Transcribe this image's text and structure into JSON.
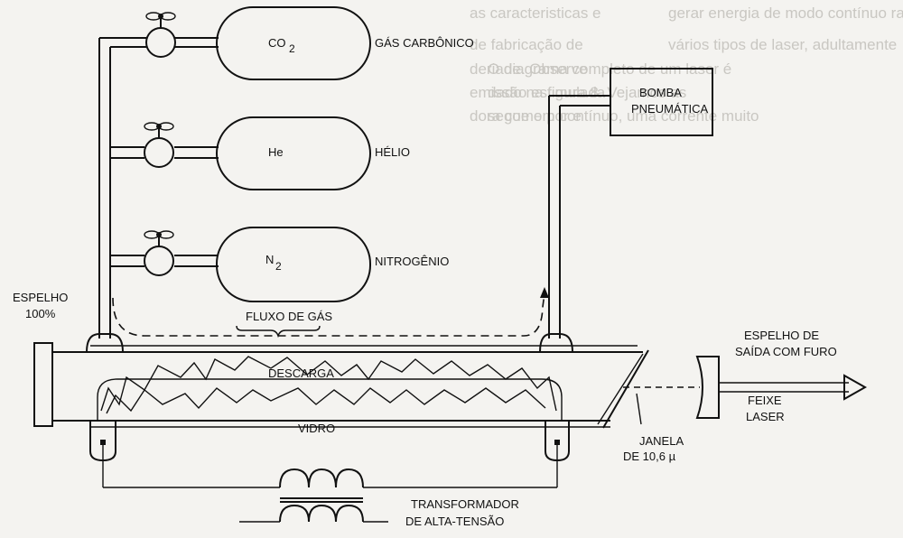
{
  "labels": {
    "co2_formula": "CO",
    "co2_sub": "2",
    "gas_carbonico": "GÁS CARBÔNICO",
    "he_formula": "He",
    "helio": "HÉLIO",
    "n2_formula": "N",
    "n2_sub": "2",
    "nitrogenio": "NITROGÊNIO",
    "bomba_line1": "BOMBA",
    "bomba_line2": "PNEUMÁTICA",
    "espelho_line1": "ESPELHO",
    "espelho_line2": "100%",
    "fluxo": "FLUXO DE GÁS",
    "descarga": "DESCARGA",
    "vidro": "VIDRO",
    "janela_line1": "JANELA",
    "janela_line2": "DE 10,6 µ",
    "saida_line1": "ESPELHO DE",
    "saida_line2": "SAÍDA COM FURO",
    "feixe_line1": "FEIXE",
    "feixe_line2": "LASER",
    "trafo_line1": "TRANSFORMADOR",
    "trafo_line2": "DE ALTA-TENSÃO"
  },
  "bleed_through_text": [
    "as caracteristicas e",
    "de fabricação de",
    "deriade. Observe",
    "emissão estimulada",
    "dora como por e",
    "gerar energia de modo contínuo rapide",
    "vários tipos de laser, adultamente",
    "O diagrama completo de um laser é",
    "dado na figura 8. Vejamos as",
    "segue em contínuo, uma corrente muito"
  ],
  "colors": {
    "ink": "#111111",
    "paper": "#f4f3f0",
    "bleed": "#c9c7c2"
  }
}
